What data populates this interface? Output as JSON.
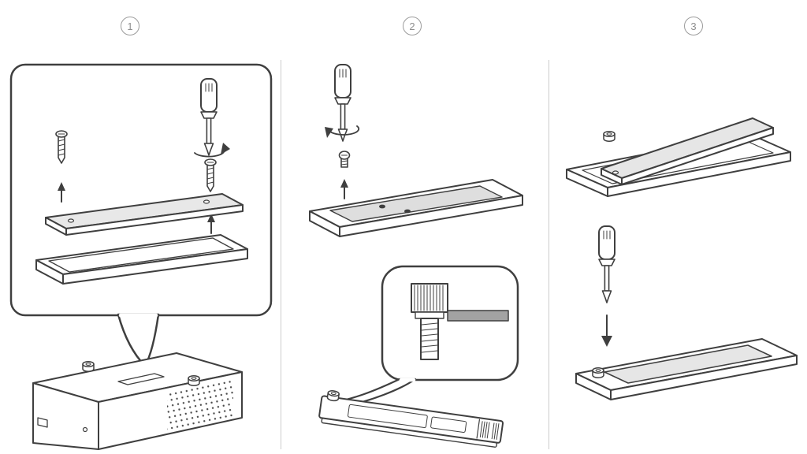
{
  "page": {
    "background": "#ffffff",
    "line_color": "#3f3f3f",
    "shade_light": "#e8e8e8",
    "shade_mid": "#a3a3a3",
    "divider_color": "#cccccc",
    "step_badge_color": "#8f8f8f"
  },
  "steps": [
    {
      "number": "1",
      "objects": [
        "callout-bubble",
        "machine-screw",
        "machine-screw",
        "screwdriver",
        "rotation-arrow",
        "up-arrow",
        "up-arrow",
        "heatsink-cover-plate",
        "mounting-tray",
        "mini-pc-chassis",
        "thumbscrew",
        "thumbscrew",
        "vent-perforations"
      ]
    },
    {
      "number": "2",
      "objects": [
        "screwdriver",
        "rotation-arrow",
        "short-screw",
        "up-arrow",
        "ssd-tray-with-holes",
        "standoff-closeup-callout",
        "knurled-standoff",
        "threaded-shaft",
        "tray-lip-bar",
        "m2-ssd",
        "edge-connector",
        "standoff-screw"
      ]
    },
    {
      "number": "3",
      "objects": [
        "standoff-screw",
        "ssd-tilted-into-tray",
        "mounting-tray",
        "screwdriver",
        "down-arrow",
        "ssd-seated-in-tray",
        "standoff-screw"
      ]
    }
  ]
}
